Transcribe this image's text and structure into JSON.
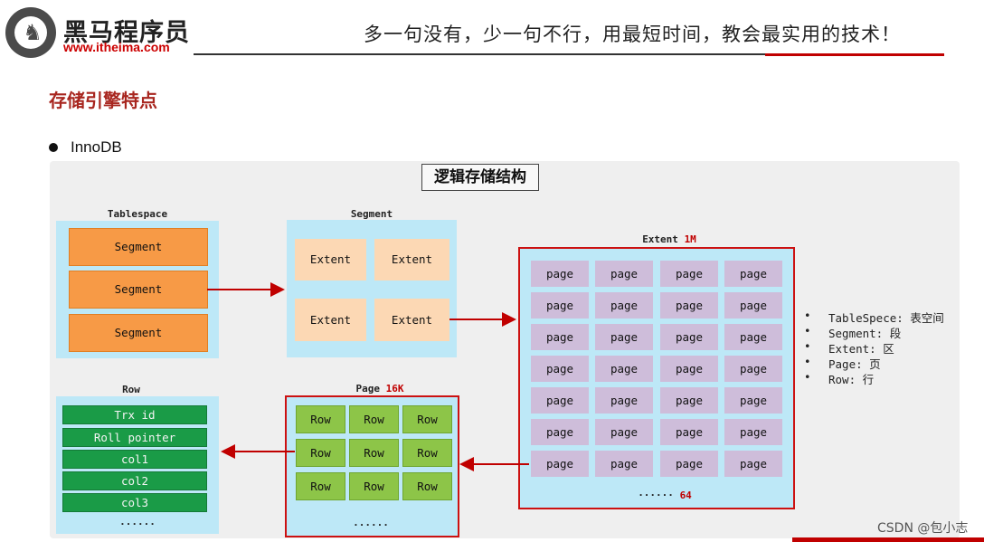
{
  "header": {
    "brand_cn": "黑马程序员",
    "brand_url": "www.itheima.com",
    "slogan": "多一句没有，少一句不行，用最短时间，教会最实用的技术！"
  },
  "title": "存储引擎特点",
  "bullet": "InnoDB",
  "diagram": {
    "title": "逻辑存储结构",
    "tablespace": {
      "label": "Tablespace",
      "segments": [
        "Segment",
        "Segment",
        "Segment"
      ]
    },
    "segment": {
      "label": "Segment",
      "extents": [
        "Extent",
        "Extent",
        "Extent",
        "Extent"
      ]
    },
    "extent": {
      "label": "Extent",
      "size": "1M",
      "page_label": "page",
      "more": "······",
      "count": "64"
    },
    "page": {
      "label": "Page",
      "size": "16K",
      "row_label": "Row",
      "more": "······"
    },
    "row": {
      "label": "Row",
      "fields": [
        "Trx id",
        "Roll pointer",
        "col1",
        "col2",
        "col3"
      ],
      "more": "······"
    },
    "legend": [
      "TableSpece: 表空间",
      "Segment: 段",
      "Extent: 区",
      "Page: 页",
      "Row: 行"
    ],
    "colors": {
      "container": "#bde8f7",
      "segment": "#f79a46",
      "extent": "#fcd8b4",
      "page": "#cebdda",
      "row_cell": "#8dc548",
      "row_field": "#1a9b47",
      "arrow": "#c00000"
    }
  },
  "watermark": "CSDN @包小志"
}
